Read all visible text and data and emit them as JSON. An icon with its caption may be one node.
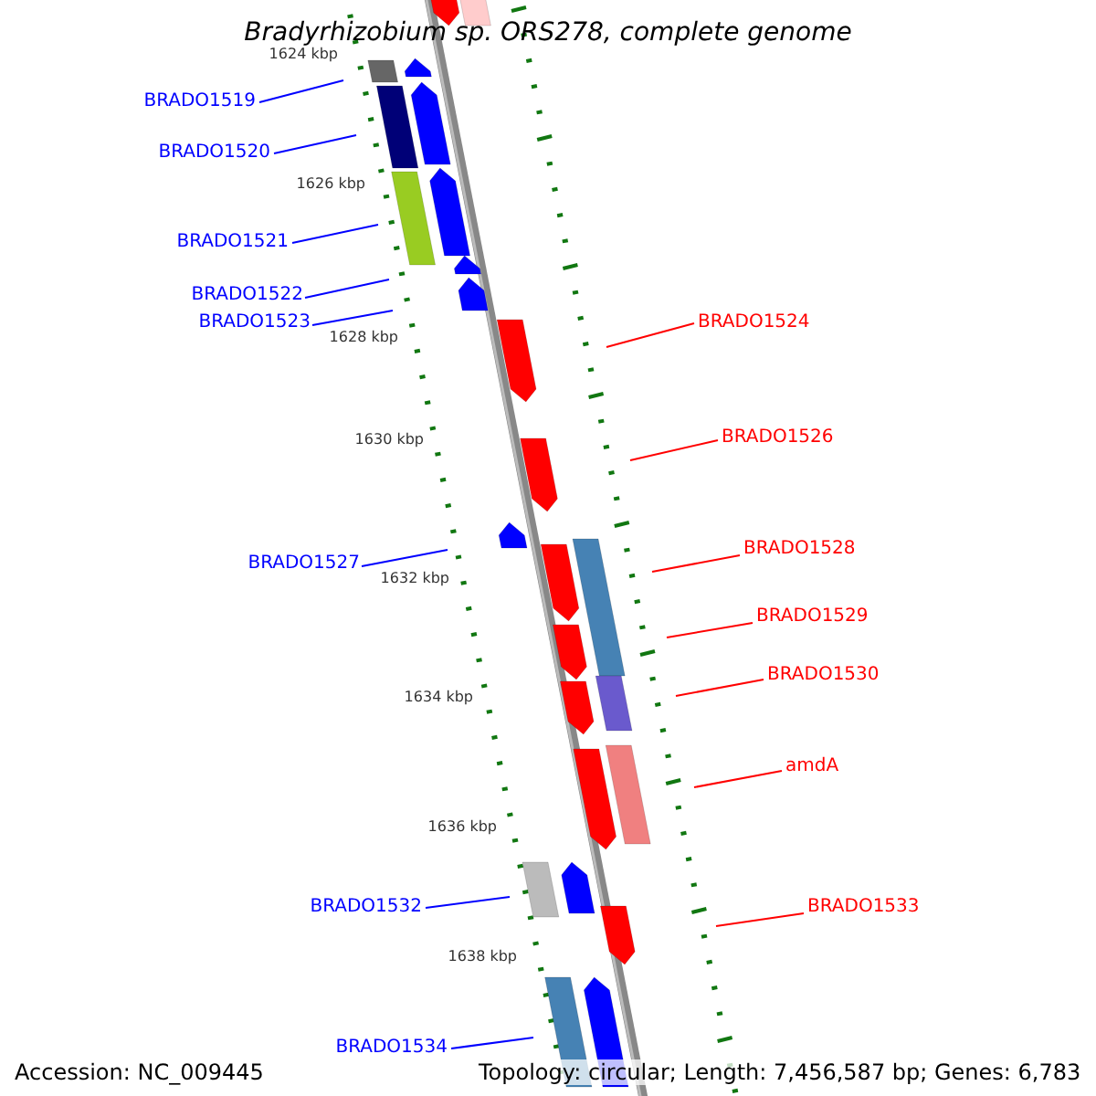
{
  "diagram": {
    "title": "Bradyrhizobium sp. ORS278, complete genome",
    "nodes": [
      {
        "text": [
          "BRADO1519"
        ]
      },
      {
        "text": [
          "BRADO1520"
        ]
      },
      {
        "text": [
          "BRADO1521"
        ]
      },
      {
        "text": [
          "BRADO1522"
        ]
      },
      {
        "text": [
          "BRADO1523"
        ]
      },
      {
        "text": [
          "BRADO1524"
        ]
      },
      {
        "text": [
          "BRADO1526"
        ]
      },
      {
        "text": [
          "BRADO1527"
        ]
      },
      {
        "text": [
          "BRADO1528"
        ]
      },
      {
        "text": [
          "BRADO1529"
        ]
      },
      {
        "text": [
          "BRADO1530"
        ]
      },
      {
        "text": [
          "amdA"
        ]
      },
      {
        "text": [
          "BRADO1532"
        ]
      },
      {
        "text": [
          "BRADO1533"
        ]
      },
      {
        "text": [
          "BRADO1534"
        ]
      }
    ],
    "edges": [
      {
        "from": 0,
        "to": null,
        "arrow": "none"
      },
      {
        "from": 1,
        "to": null,
        "arrow": "none"
      },
      {
        "from": 2,
        "to": null,
        "arrow": "none"
      },
      {
        "from": 3,
        "to": null,
        "arrow": "none"
      },
      {
        "from": 4,
        "to": null,
        "arrow": "none"
      },
      {
        "from": 5,
        "to": null,
        "arrow": "none",
        "color": "#ff0000"
      },
      {
        "from": 6,
        "to": null,
        "arrow": "none",
        "color": "#ff0000"
      },
      {
        "from": 7,
        "to": null,
        "arrow": "none"
      },
      {
        "from": 8,
        "to": null,
        "arrow": "none",
        "color": "#ff0000"
      },
      {
        "from": 9,
        "to": null,
        "arrow": "none",
        "color": "#ff0000"
      },
      {
        "from": 10,
        "to": null,
        "arrow": "none",
        "color": "#ff0000"
      },
      {
        "from": 11,
        "to": null,
        "arrow": "none",
        "color": "#ff0000"
      },
      {
        "from": 12,
        "to": null,
        "arrow": "none"
      },
      {
        "from": 13,
        "to": null,
        "arrow": "none",
        "color": "#ff0000"
      },
      {
        "from": 14,
        "to": null,
        "arrow": "none"
      }
    ],
    "labels": [
      "1624 kbp",
      "1626 kbp",
      "1628 kbp",
      "1630 kbp",
      "1632 kbp",
      "1634 kbp",
      "1636 kbp",
      "1638 kbp",
      "Accession: NC_009445",
      "Topology: circular; Length: 7,456,587 bp; Genes: 6,783"
    ]
  }
}
